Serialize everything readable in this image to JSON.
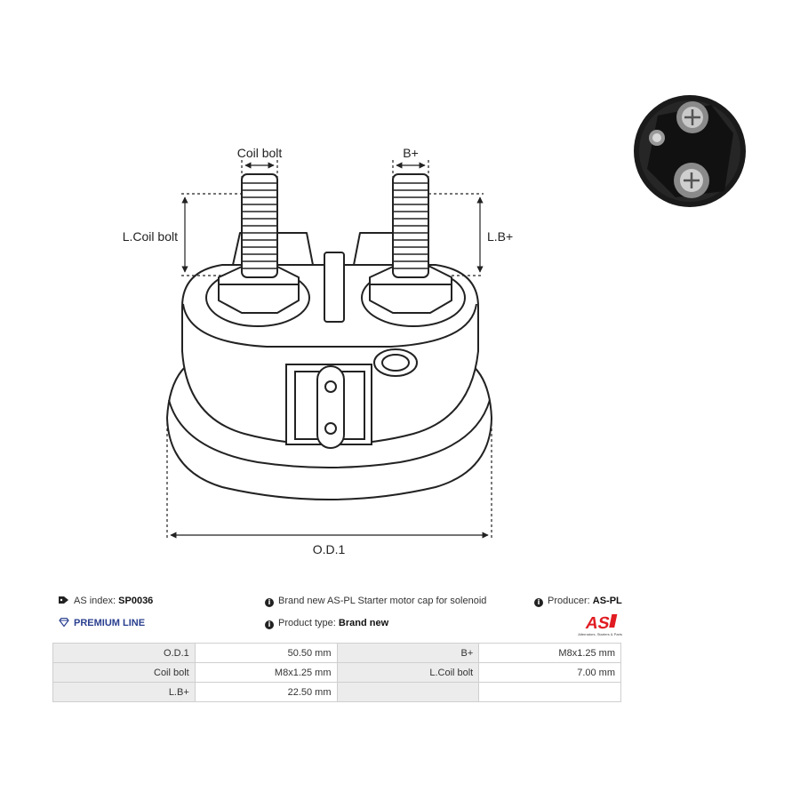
{
  "diagram": {
    "labels": {
      "coil_bolt": "Coil bolt",
      "b_plus": "B+",
      "l_coil_bolt": "L.Coil bolt",
      "l_b_plus": "L.B+",
      "od1": "O.D.1"
    }
  },
  "info": {
    "as_index_label": "AS index:",
    "as_index_value": "SP0036",
    "premium_line": "PREMIUM LINE",
    "description": "Brand new AS-PL Starter motor cap for solenoid",
    "product_type_label": "Product type:",
    "product_type_value": "Brand new",
    "producer_label": "Producer:",
    "producer_value": "AS-PL",
    "logo_text": "AS",
    "logo_subtext": "Alternators, Starters & Parts"
  },
  "specs": {
    "rows": [
      [
        "O.D.1",
        "50.50 mm",
        "B+",
        "M8x1.25 mm"
      ],
      [
        "Coil bolt",
        "M8x1.25 mm",
        "L.Coil bolt",
        "7.00 mm"
      ],
      [
        "L.B+",
        "22.50 mm",
        "",
        ""
      ]
    ]
  },
  "colors": {
    "accent_red": "#e11b22",
    "premium_blue": "#2a3f8f",
    "table_key_bg": "#ececec",
    "line": "#222222"
  }
}
